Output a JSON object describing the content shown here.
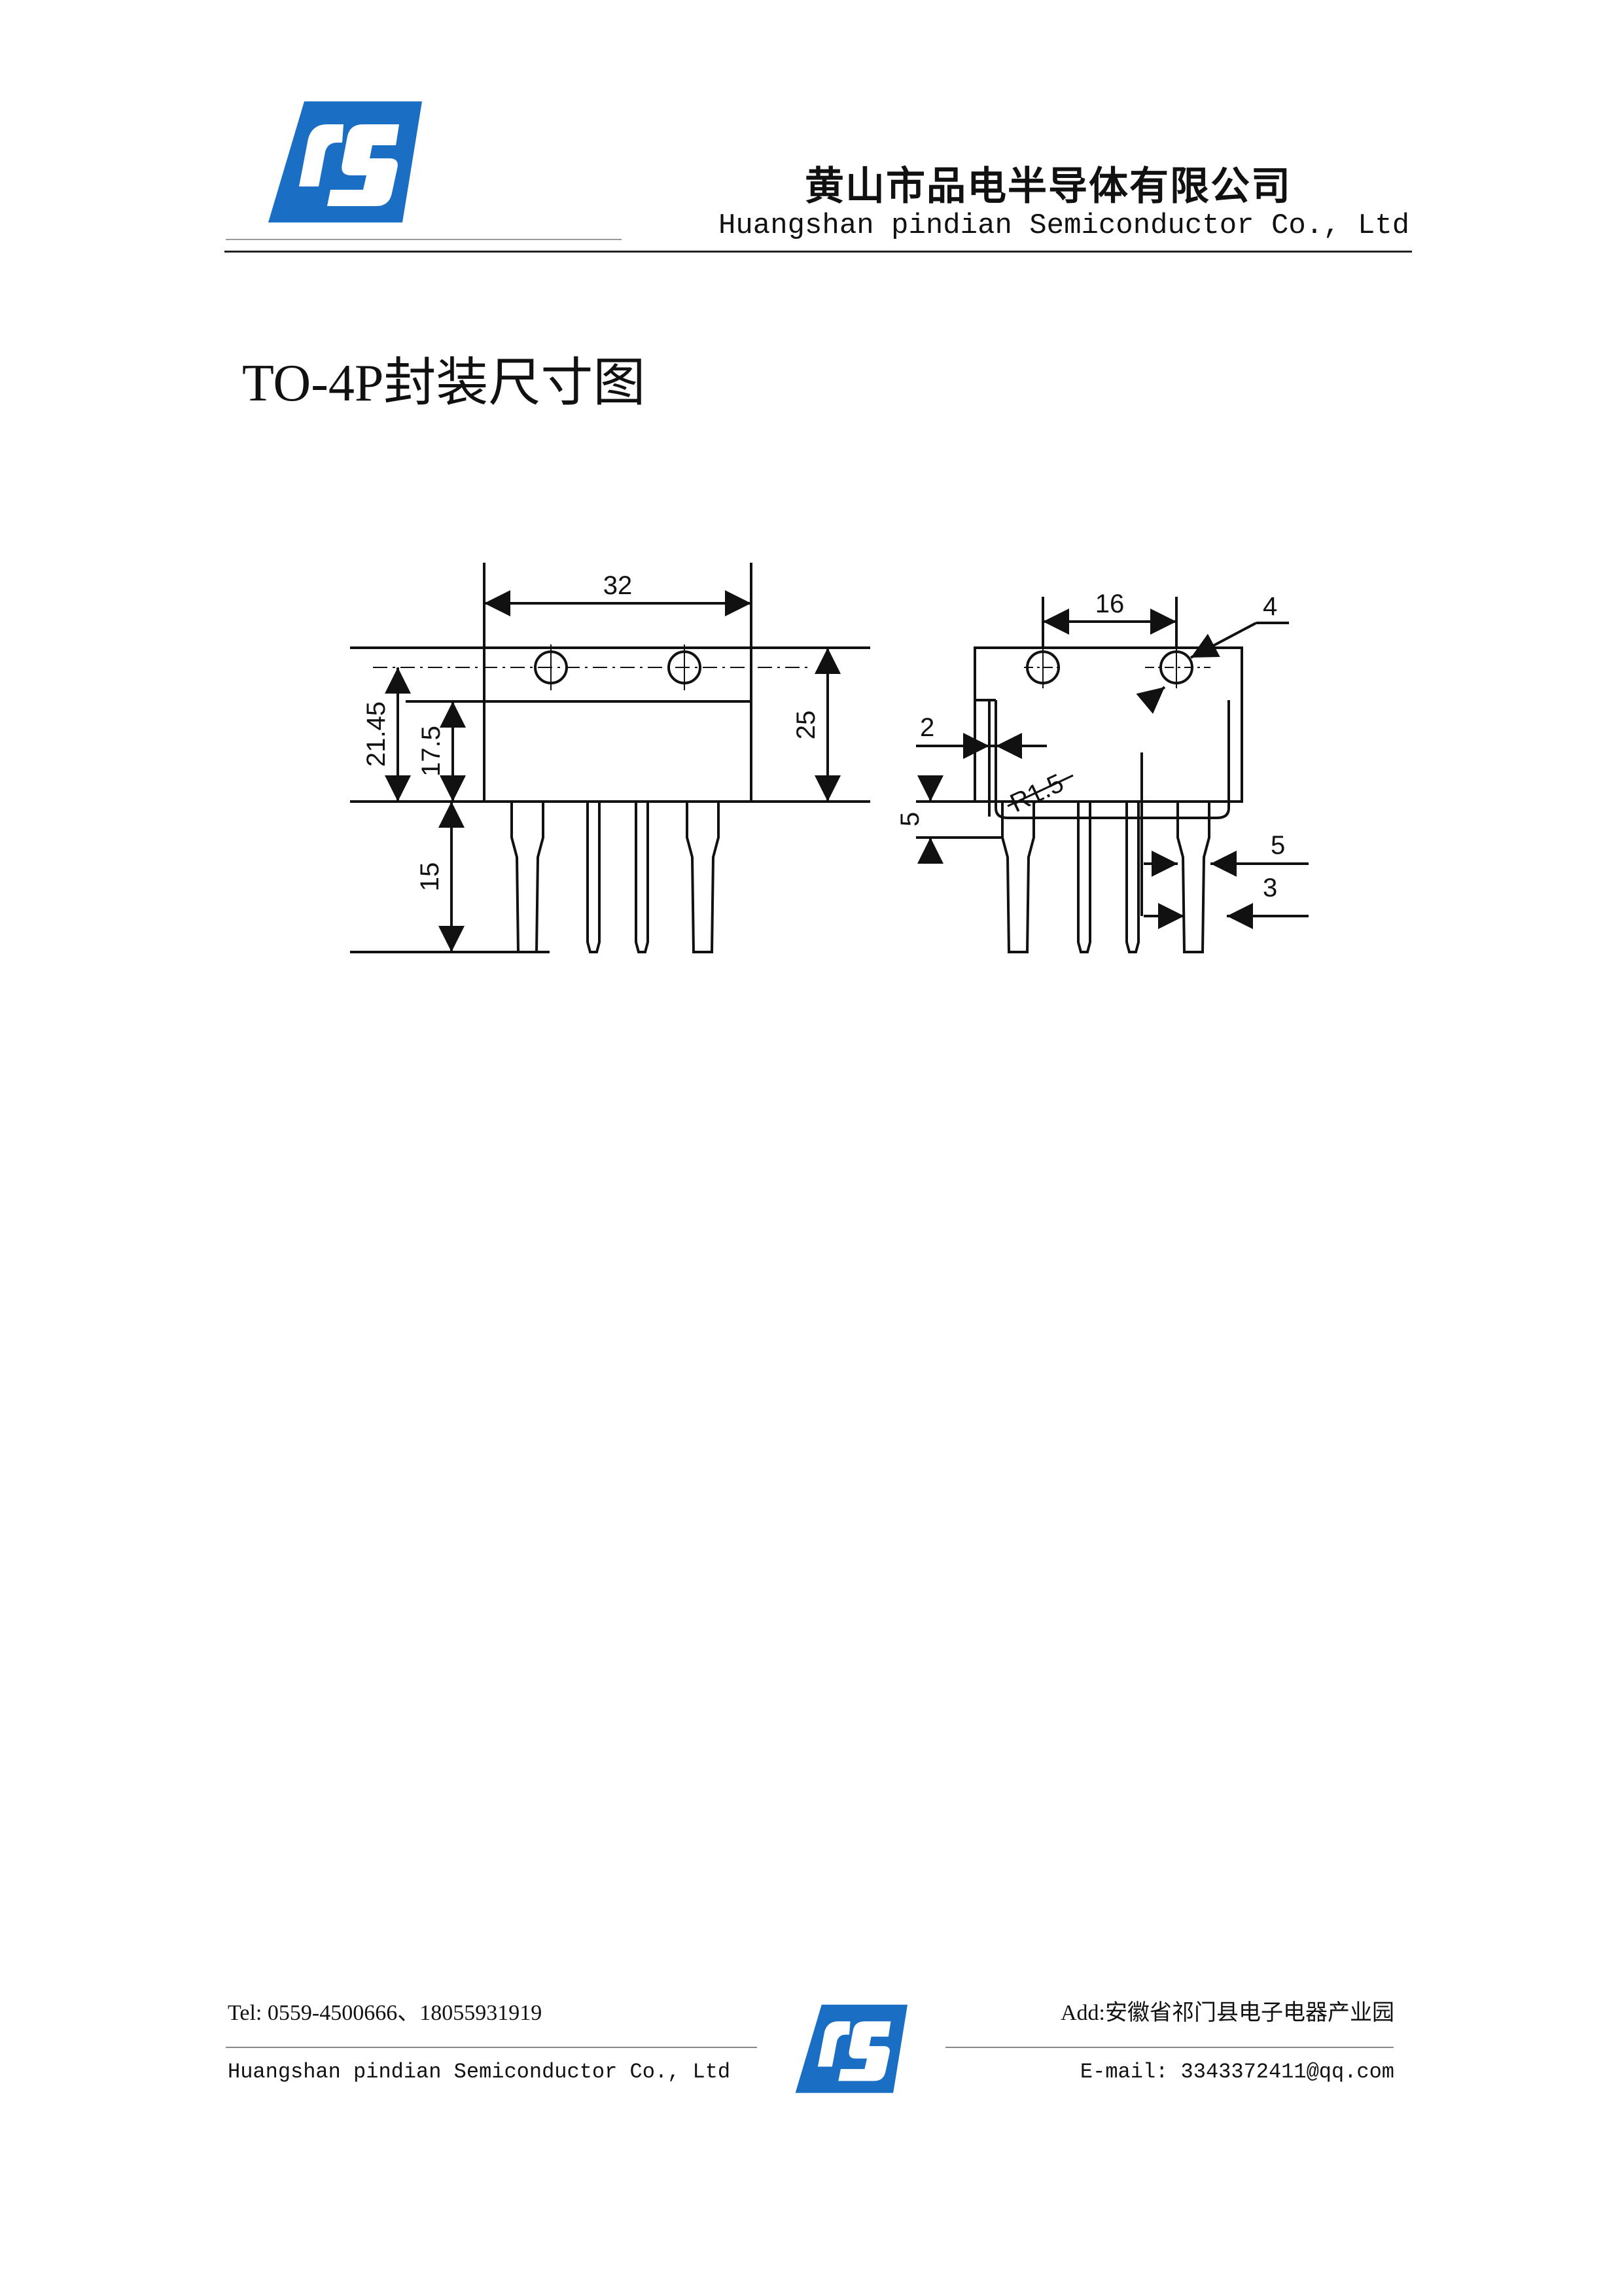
{
  "header": {
    "company_cn": "黄山市品电半导体有限公司",
    "company_en": "Huangshan  pindian Semiconductor Co., Ltd"
  },
  "title": "TO-4P封装尺寸图",
  "drawing": {
    "front_labels": [
      "32",
      "21.45",
      "17.5",
      "25",
      "15"
    ],
    "side_labels": [
      "16",
      "4",
      "2",
      "R1.5",
      "5",
      "5",
      "3"
    ]
  },
  "footer": {
    "tel": "Tel: 0559-4500666、18055931919",
    "company_en": "Huangshan  pindian Semiconductor Co., Ltd",
    "address": "Add:安徽省祁门县电子电器产业园",
    "email": "E-mail: 3343372411@qq.com"
  },
  "colors": {
    "logo_blue": "#1a6fc4",
    "ink": "#111111"
  }
}
